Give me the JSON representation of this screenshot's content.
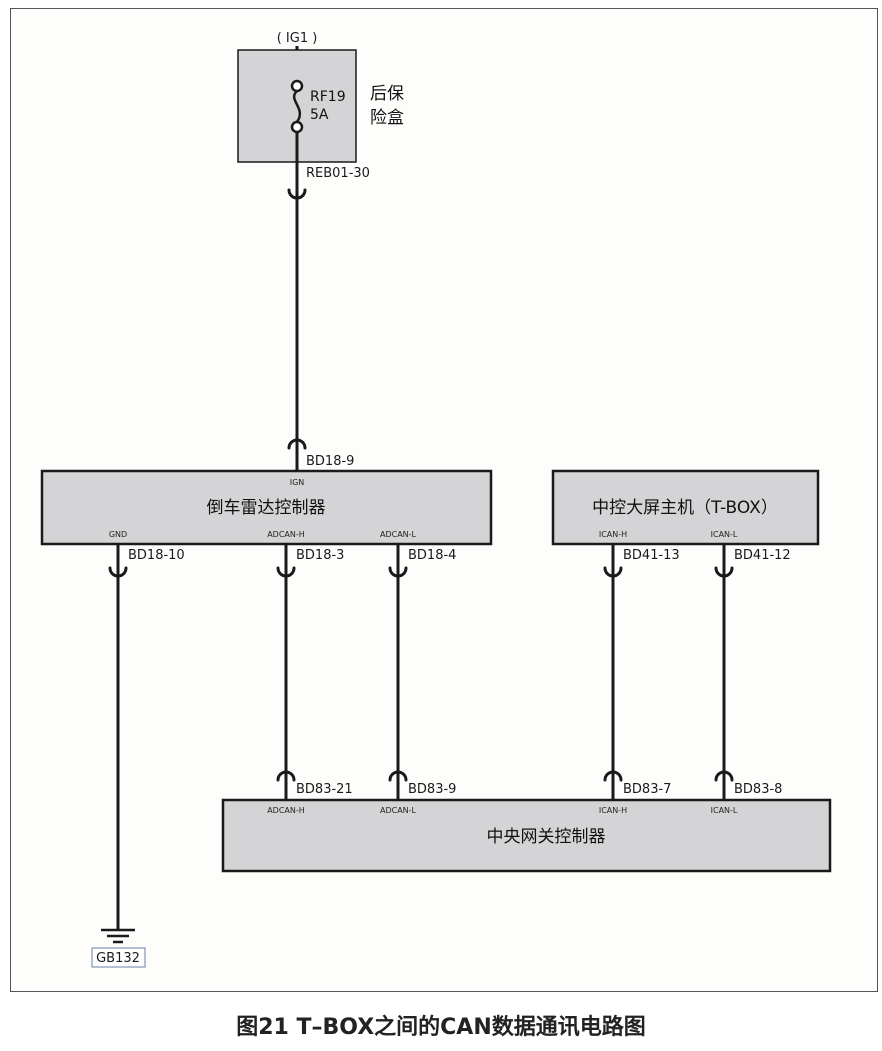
{
  "power": {
    "ignition": "( IG1 )"
  },
  "fuse": {
    "name": "RF19",
    "rating": "5A",
    "box_line1": "后保",
    "box_line2": "险盒"
  },
  "connectors": {
    "reb01_30": "REB01-30",
    "bd18_9": "BD18-9",
    "bd18_10": "BD18-10",
    "bd18_3": "BD18-3",
    "bd18_4": "BD18-4",
    "bd41_13": "BD41-13",
    "bd41_12": "BD41-12",
    "bd83_21": "BD83-21",
    "bd83_9": "BD83-9",
    "bd83_7": "BD83-7",
    "bd83_8": "BD83-8"
  },
  "modules": {
    "radar": {
      "name": "倒车雷达控制器",
      "pin_ign": "IGN",
      "pin_gnd": "GND",
      "pin_h": "ADCAN-H",
      "pin_l": "ADCAN-L"
    },
    "tbox": {
      "name": "中控大屏主机（T-BOX）",
      "pin_h": "ICAN-H",
      "pin_l": "ICAN-L"
    },
    "gateway": {
      "name": "中央网关控制器",
      "pin_adh": "ADCAN-H",
      "pin_adl": "ADCAN-L",
      "pin_ih": "ICAN-H",
      "pin_il": "ICAN-L"
    }
  },
  "ground": {
    "label": "GB132"
  },
  "caption": "图21 T–BOX之间的CAN数据通讯电路图"
}
